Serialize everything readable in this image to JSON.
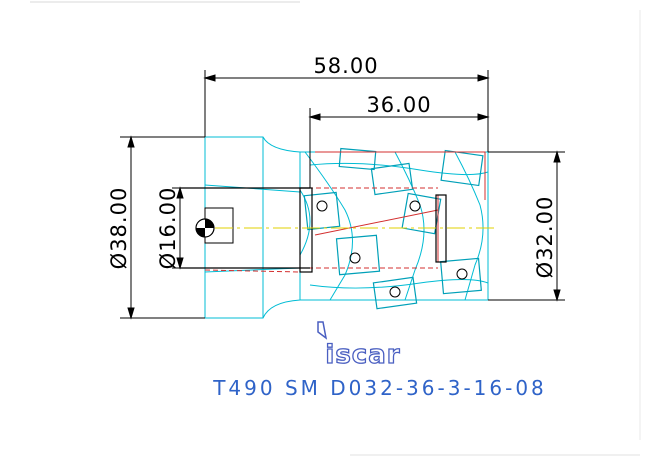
{
  "dimensions": {
    "overall_length": "58.00",
    "cutting_length": "36.00",
    "shank_diameter": "Ø38.00",
    "bore_diameter": "Ø16.00",
    "cutting_diameter": "Ø32.00"
  },
  "brand": {
    "logo_text": "iscar"
  },
  "designation": "T490 SM D032-36-3-16-08",
  "colors": {
    "background": "#ffffff",
    "dimension_lines": "#000000",
    "dimension_text": "#000000",
    "body_outline": "#00bcd4",
    "insert_outline": "#00a0b8",
    "hidden_lines": "#d32f2f",
    "designation_text": "#2f63c8",
    "logo": "#4a5fc1",
    "centerline": "#e0d000"
  }
}
